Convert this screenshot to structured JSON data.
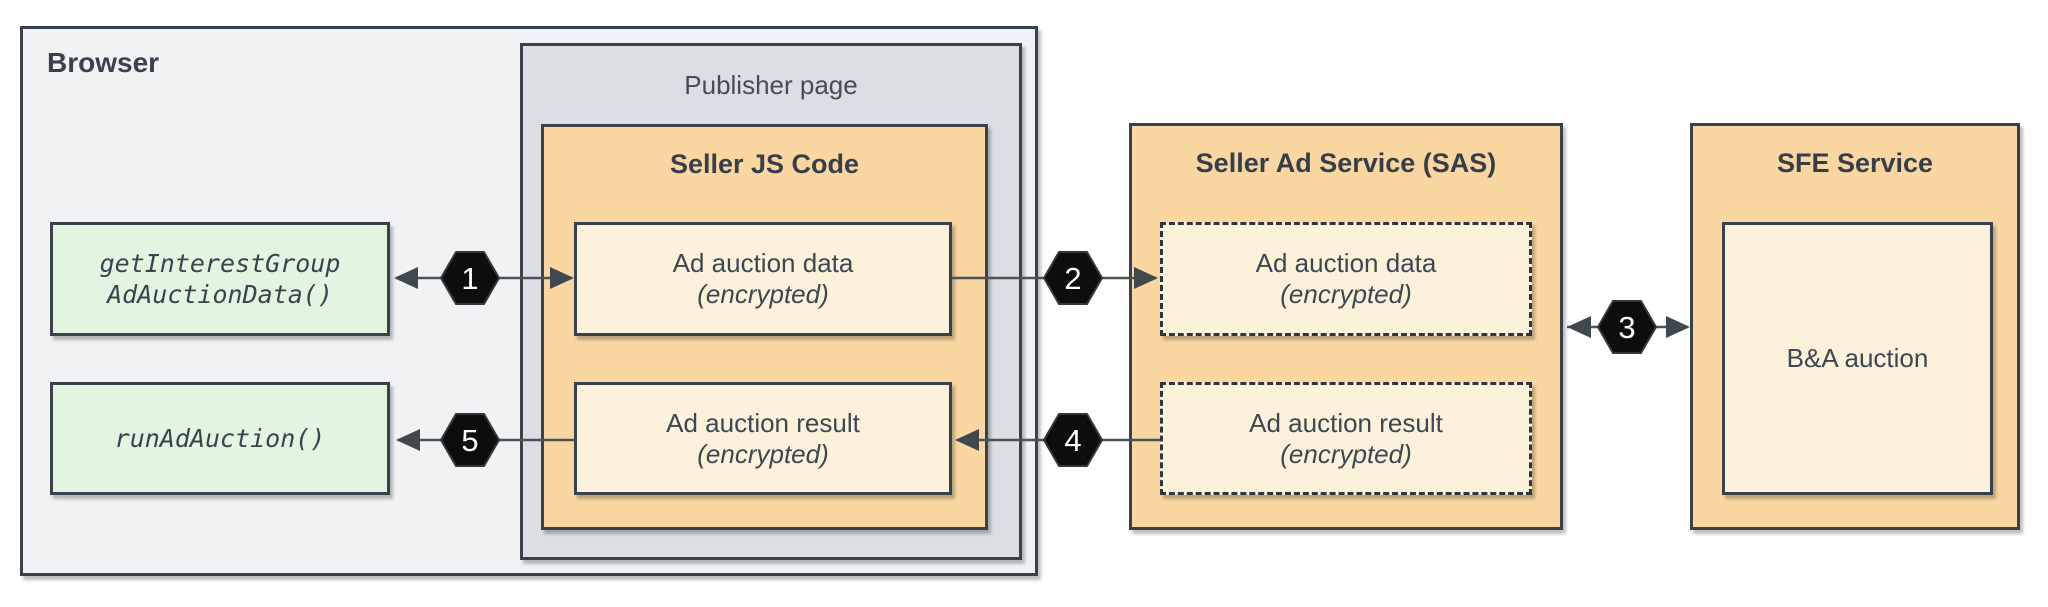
{
  "colors": {
    "service_fill": "#FAD7A0",
    "inner_fill": "#FCF2DB",
    "api_fill": "#E2F5E0",
    "browser_fill": "#F0F2F4",
    "publisher_fill": "#DBDFE4",
    "border": "#39424C",
    "arrow": "#4A525A",
    "badge_fill": "#0D0D0D",
    "badge_text": "#FFFFFF",
    "text": "#3D4752"
  },
  "browser": {
    "title": "Browser",
    "api_boxes": [
      {
        "line1": "getInterestGroup",
        "line2": "AdAuctionData()"
      },
      {
        "line1": "runAdAuction()",
        "line2": ""
      }
    ]
  },
  "publisher": {
    "title": "Publisher page",
    "seller_js": {
      "title": "Seller JS Code",
      "boxes": [
        {
          "line1": "Ad auction data",
          "line2": "(encrypted)"
        },
        {
          "line1": "Ad auction result",
          "line2": "(encrypted)"
        }
      ]
    }
  },
  "sas": {
    "title": "Seller Ad Service (SAS)",
    "boxes": [
      {
        "line1": "Ad auction data",
        "line2": "(encrypted)"
      },
      {
        "line1": "Ad auction result",
        "line2": "(encrypted)"
      }
    ]
  },
  "sfe": {
    "title": "SFE Service",
    "box": {
      "label": "B&A auction"
    }
  },
  "badges": {
    "b1": "1",
    "b2": "2",
    "b3": "3",
    "b4": "4",
    "b5": "5"
  }
}
